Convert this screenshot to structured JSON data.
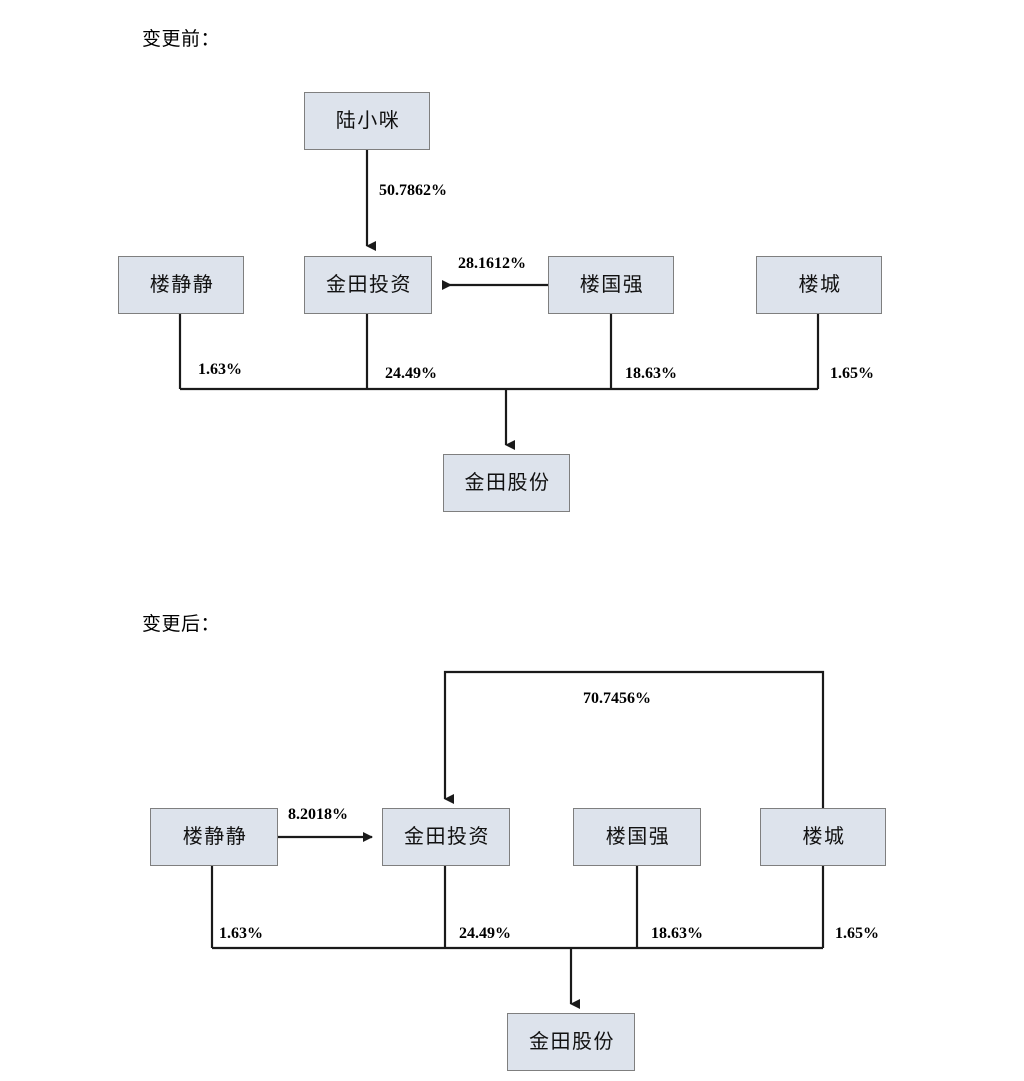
{
  "diagram": {
    "title_before": "变更前：",
    "title_after": "变更后：",
    "colors": {
      "node_fill": "#dde3ec",
      "node_border": "#7f7f7f",
      "line": "#1a1a1a",
      "text": "#000000"
    }
  },
  "before": {
    "nodes": [
      {
        "id": "lu-xiaomi",
        "label": "陆小咪"
      },
      {
        "id": "lou-jingjing",
        "label": "楼静静"
      },
      {
        "id": "jintian-touzi",
        "label": "金田投资"
      },
      {
        "id": "lou-guoqiang",
        "label": "楼国强"
      },
      {
        "id": "lou-cheng",
        "label": "楼城"
      },
      {
        "id": "jintian-gufen",
        "label": "金田股份"
      }
    ],
    "edges": [
      {
        "from": "lu-xiaomi",
        "to": "jintian-touzi",
        "label": "50.7862%"
      },
      {
        "from": "lou-guoqiang",
        "to": "jintian-touzi",
        "label": "28.1612%"
      },
      {
        "from": "lou-jingjing",
        "to": "jintian-gufen",
        "label": "1.63%"
      },
      {
        "from": "jintian-touzi",
        "to": "jintian-gufen",
        "label": "24.49%"
      },
      {
        "from": "lou-guoqiang",
        "to": "jintian-gufen",
        "label": "18.63%"
      },
      {
        "from": "lou-cheng",
        "to": "jintian-gufen",
        "label": "1.65%"
      }
    ]
  },
  "after": {
    "nodes": [
      {
        "id": "lou-jingjing",
        "label": "楼静静"
      },
      {
        "id": "jintian-touzi",
        "label": "金田投资"
      },
      {
        "id": "lou-guoqiang",
        "label": "楼国强"
      },
      {
        "id": "lou-cheng",
        "label": "楼城"
      },
      {
        "id": "jintian-gufen",
        "label": "金田股份"
      }
    ],
    "edges": [
      {
        "from": "lou-cheng",
        "to": "jintian-touzi",
        "label": "70.7456%"
      },
      {
        "from": "lou-jingjing",
        "to": "jintian-touzi",
        "label": "8.2018%"
      },
      {
        "from": "lou-jingjing",
        "to": "jintian-gufen",
        "label": "1.63%"
      },
      {
        "from": "jintian-touzi",
        "to": "jintian-gufen",
        "label": "24.49%"
      },
      {
        "from": "lou-guoqiang",
        "to": "jintian-gufen",
        "label": "18.63%"
      },
      {
        "from": "lou-cheng",
        "to": "jintian-gufen",
        "label": "1.65%"
      }
    ]
  }
}
